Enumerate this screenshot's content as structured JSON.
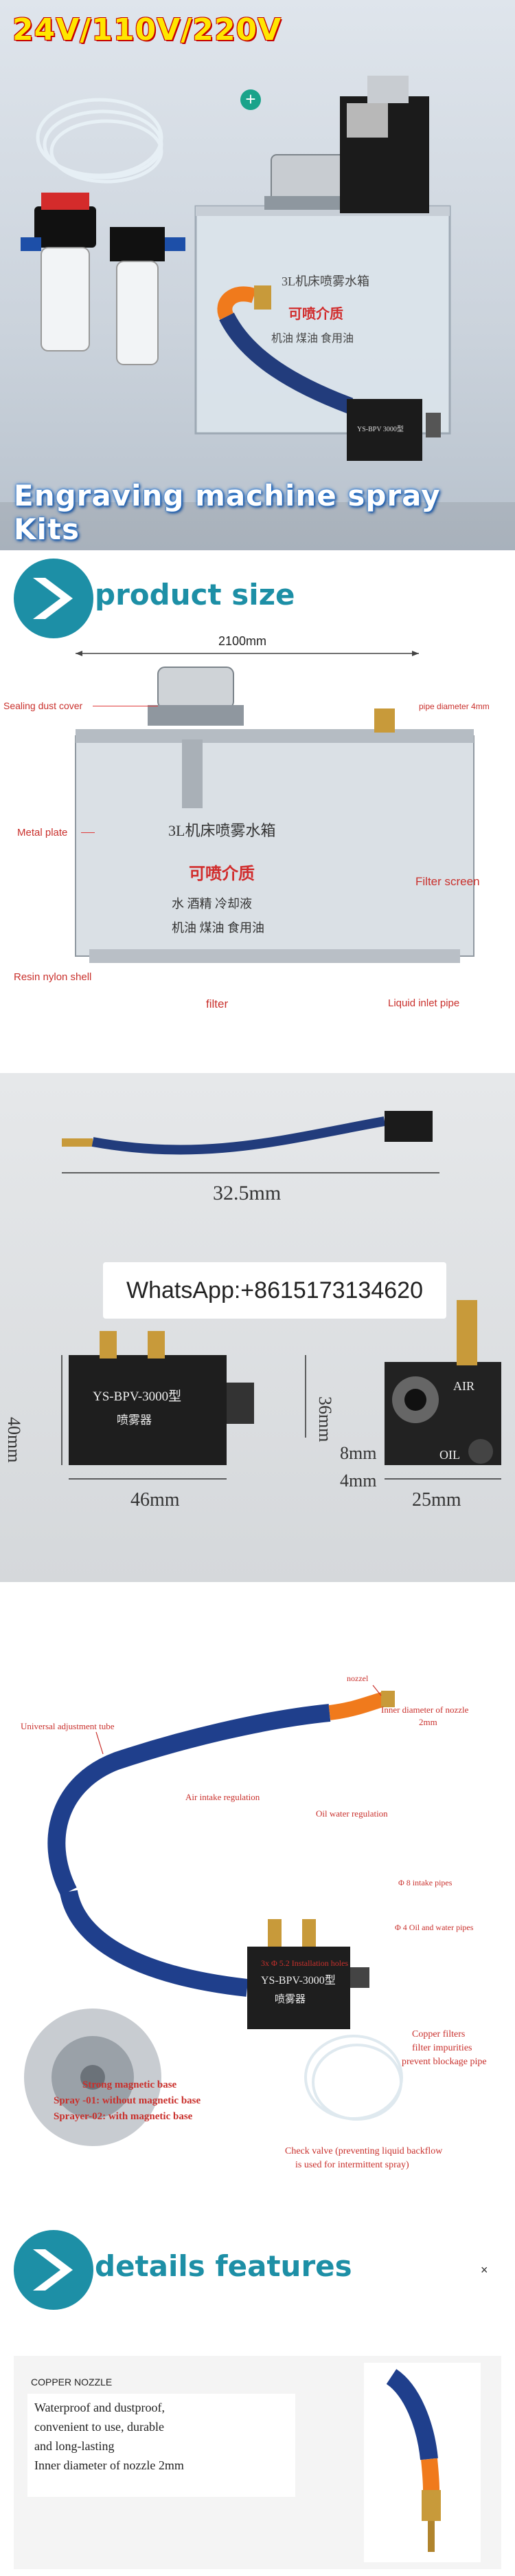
{
  "hero": {
    "title": "24V/110V/220V",
    "banner": "Engraving machine spray Kits",
    "tank_label": "3L机床喷雾水箱",
    "sprayable_media": "可喷介质",
    "media_list": "机油  煤油  食用油",
    "sprayer_model": "YS-BPV 3000型"
  },
  "size_section": {
    "header": "product size",
    "dimension": "2100mm",
    "labels": {
      "sealing_dust_cover": "Sealing dust cover",
      "pipe_diameter": "pipe diameter 4mm",
      "metal_plate": "Metal plate",
      "filter_screen": "Filter screen",
      "resin_nylon_shell": "Resin nylon shell",
      "filter": "filter",
      "liquid_inlet_pipe": "Liquid inlet pipe"
    },
    "tank_text": {
      "title": "3L机床喷雾水箱",
      "media": "可喷介质",
      "row1": "水  酒精  冷却液",
      "row2": "机油  煤油  食用油"
    }
  },
  "dim_section": {
    "length": "32.5mm",
    "whatsapp": "WhatsApp:+8615173134620",
    "height": "40mm",
    "width": "46mm",
    "depth": "36mm",
    "air_gap": "8mm",
    "oil_gap": "4mm",
    "side_width": "25mm",
    "model": "YS-BPV-3000型",
    "model_sub": "喷雾器",
    "air": "AIR",
    "oil": "OIL"
  },
  "parts_section": {
    "nozzle": "nozzel",
    "nozzle_inner": "Inner diameter of nozzle",
    "nozzle_inner_val": "2mm",
    "universal_tube": "Universal adjustment tube",
    "air_intake": "Air intake regulation",
    "oil_water_reg": "Oil water regulation",
    "intake_pipes": "Φ 8 intake pipes",
    "oil_water_pipes": "Φ 4 Oil and water pipes",
    "install_holes": "3x Φ 5.2 Installation holes",
    "model": "YS-BPV-3000型",
    "model_sub": "喷雾器",
    "mag_base_title": "Strong magnetic base",
    "spray01": "Spray -01: without magnetic base",
    "spray02": "Sprayer-02: with magnetic base",
    "copper_filters": "Copper filters",
    "filter_impurities": "filter impurities",
    "prevent_blockage": "prevent blockage pipe",
    "check_valve": "Check valve (preventing liquid backflow",
    "intermittent": "is used for intermittent spray)"
  },
  "details_section": {
    "header": "details features",
    "card_title": "COPPER NOZZLE",
    "card_text": [
      "Waterproof and dustproof,",
      "convenient to use, durable",
      "and long-lasting",
      "Inner diameter of nozzle 2mm"
    ]
  },
  "colors": {
    "teal": "#1d8fa6",
    "hero_yellow": "#ffe600",
    "hero_red": "#c60000",
    "annotation_red": "#c9302c"
  }
}
